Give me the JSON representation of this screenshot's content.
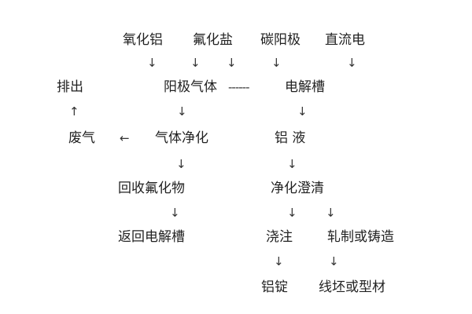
{
  "nodes": {
    "alumina": "氧化铝",
    "fluoride_salt": "氟化盐",
    "carbon_anode": "碳阳极",
    "direct_current": "直流电",
    "discharge": "排出",
    "anode_gas": "阳极气体",
    "electrolytic_cell": "电解槽",
    "waste_gas": "废气",
    "gas_purification": "气体净化",
    "aluminum_liquid": "铝 液",
    "recovered_fluoride": "回收氟化物",
    "purification_clarification": "净化澄清",
    "return_to_cell": "返回电解槽",
    "pouring": "浇注",
    "rolling_or_casting": "轧制或铸造",
    "aluminum_ingot": "铝锭",
    "wire_billet_or_profile": "线坯或型材"
  },
  "symbols": {
    "down_arrow": "↓",
    "up_arrow": "↑",
    "left_arrow": "←",
    "dash_line": "------"
  }
}
